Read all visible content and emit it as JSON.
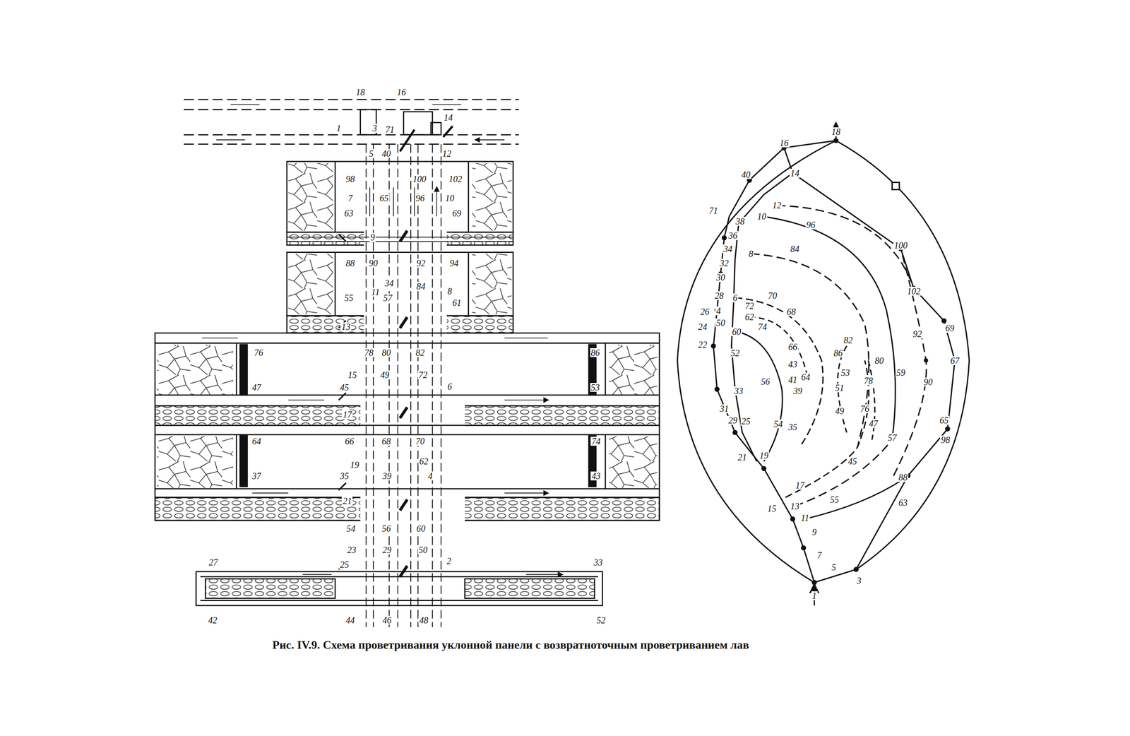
{
  "diagram": {
    "caption": "Рис. IV.9. Схема проветривания уклонной панели с возвратноточным проветриванием лав",
    "labels": [
      "18",
      "16",
      "1",
      "3",
      "71",
      "14",
      "5",
      "40",
      "12",
      "98",
      "100",
      "102",
      "7",
      "65",
      "96",
      "10",
      "63",
      "69",
      "9",
      "88",
      "90",
      "92",
      "94",
      "34",
      "84",
      "55",
      "11",
      "57",
      "8",
      "61",
      "13",
      "76",
      "78",
      "80",
      "82",
      "86",
      "15",
      "49",
      "72",
      "6",
      "47",
      "45",
      "53",
      "17",
      "64",
      "66",
      "68",
      "70",
      "74",
      "19",
      "62",
      "37",
      "35",
      "39",
      "4",
      "43",
      "21",
      "54",
      "56",
      "60",
      "23",
      "29",
      "50",
      "2",
      "25",
      "27",
      "33",
      "42",
      "44",
      "46",
      "48",
      "52",
      "1",
      "3",
      "5",
      "7",
      "9",
      "11",
      "13",
      "15",
      "17",
      "19",
      "21",
      "25",
      "29",
      "31",
      "33",
      "52",
      "56",
      "54",
      "35",
      "41",
      "43",
      "39",
      "64",
      "66",
      "68",
      "70",
      "72",
      "74",
      "62",
      "60",
      "50",
      "24",
      "22",
      "26",
      "4",
      "6",
      "28",
      "30",
      "32",
      "34",
      "36",
      "38",
      "10",
      "12",
      "71",
      "40",
      "14",
      "16",
      "18",
      "8",
      "84",
      "96",
      "100",
      "102",
      "69",
      "67",
      "92",
      "90",
      "59",
      "65",
      "98",
      "88",
      "63",
      "57",
      "45",
      "55",
      "47",
      "76",
      "49",
      "51",
      "53",
      "78",
      "80",
      "86",
      "82"
    ]
  }
}
